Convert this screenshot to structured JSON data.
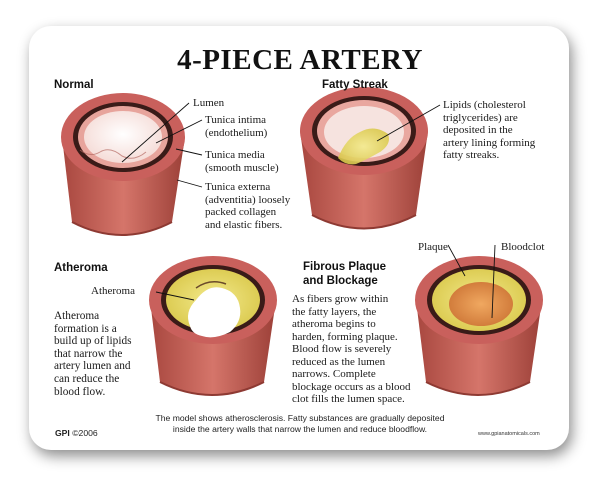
{
  "title": "4-PIECE ARTERY",
  "sections": {
    "normal": {
      "heading": "Normal",
      "labels": {
        "lumen": "Lumen",
        "intima": [
          "Tunica intima",
          "(endothelium)"
        ],
        "media": [
          "Tunica media",
          "(smooth muscle)"
        ],
        "externa": [
          "Tunica externa",
          "(adventitia) loosely",
          "packed collagen",
          "and elastic fibers."
        ]
      }
    },
    "fatty_streak": {
      "heading": "Fatty Streak",
      "description": [
        "Lipids (cholesterol",
        "triglycerides) are",
        "deposited in the",
        "artery lining forming",
        "fatty streaks."
      ]
    },
    "atheroma": {
      "heading": "Atheroma",
      "label": "Atheroma",
      "description": [
        "Atheroma",
        "formation is a",
        "build up of lipids",
        "that narrow the",
        "artery lumen and",
        "can reduce the",
        "blood flow."
      ]
    },
    "fibrous_plaque": {
      "heading": [
        "Fibrous Plaque",
        "and Blockage"
      ],
      "labels": {
        "plaque": "Plaque",
        "bloodclot": "Bloodclot"
      },
      "description": [
        "As fibers grow within",
        "the fatty layers, the",
        "atheroma begins to",
        "harden, forming plaque.",
        "Blood flow is severely",
        "reduced as the lumen",
        "narrows. Complete",
        "blockage occurs as a blood",
        "clot fills the lumen space."
      ]
    }
  },
  "caption": [
    "The model shows atherosclerosis. Fatty substances are gradually deposited",
    "inside the artery walls that narrow the lumen and reduce bloodflow."
  ],
  "footer": {
    "brand": "GPI",
    "copyright": "©2006",
    "url": "www.gpianatomicals.com"
  },
  "colors": {
    "tissue": "#c9605c",
    "tissue_dark": "#9e3f3c",
    "intima_pale": "#f1c7c2",
    "fat_yellow": "#e9df6a",
    "clot_orange": "#e0913f"
  }
}
